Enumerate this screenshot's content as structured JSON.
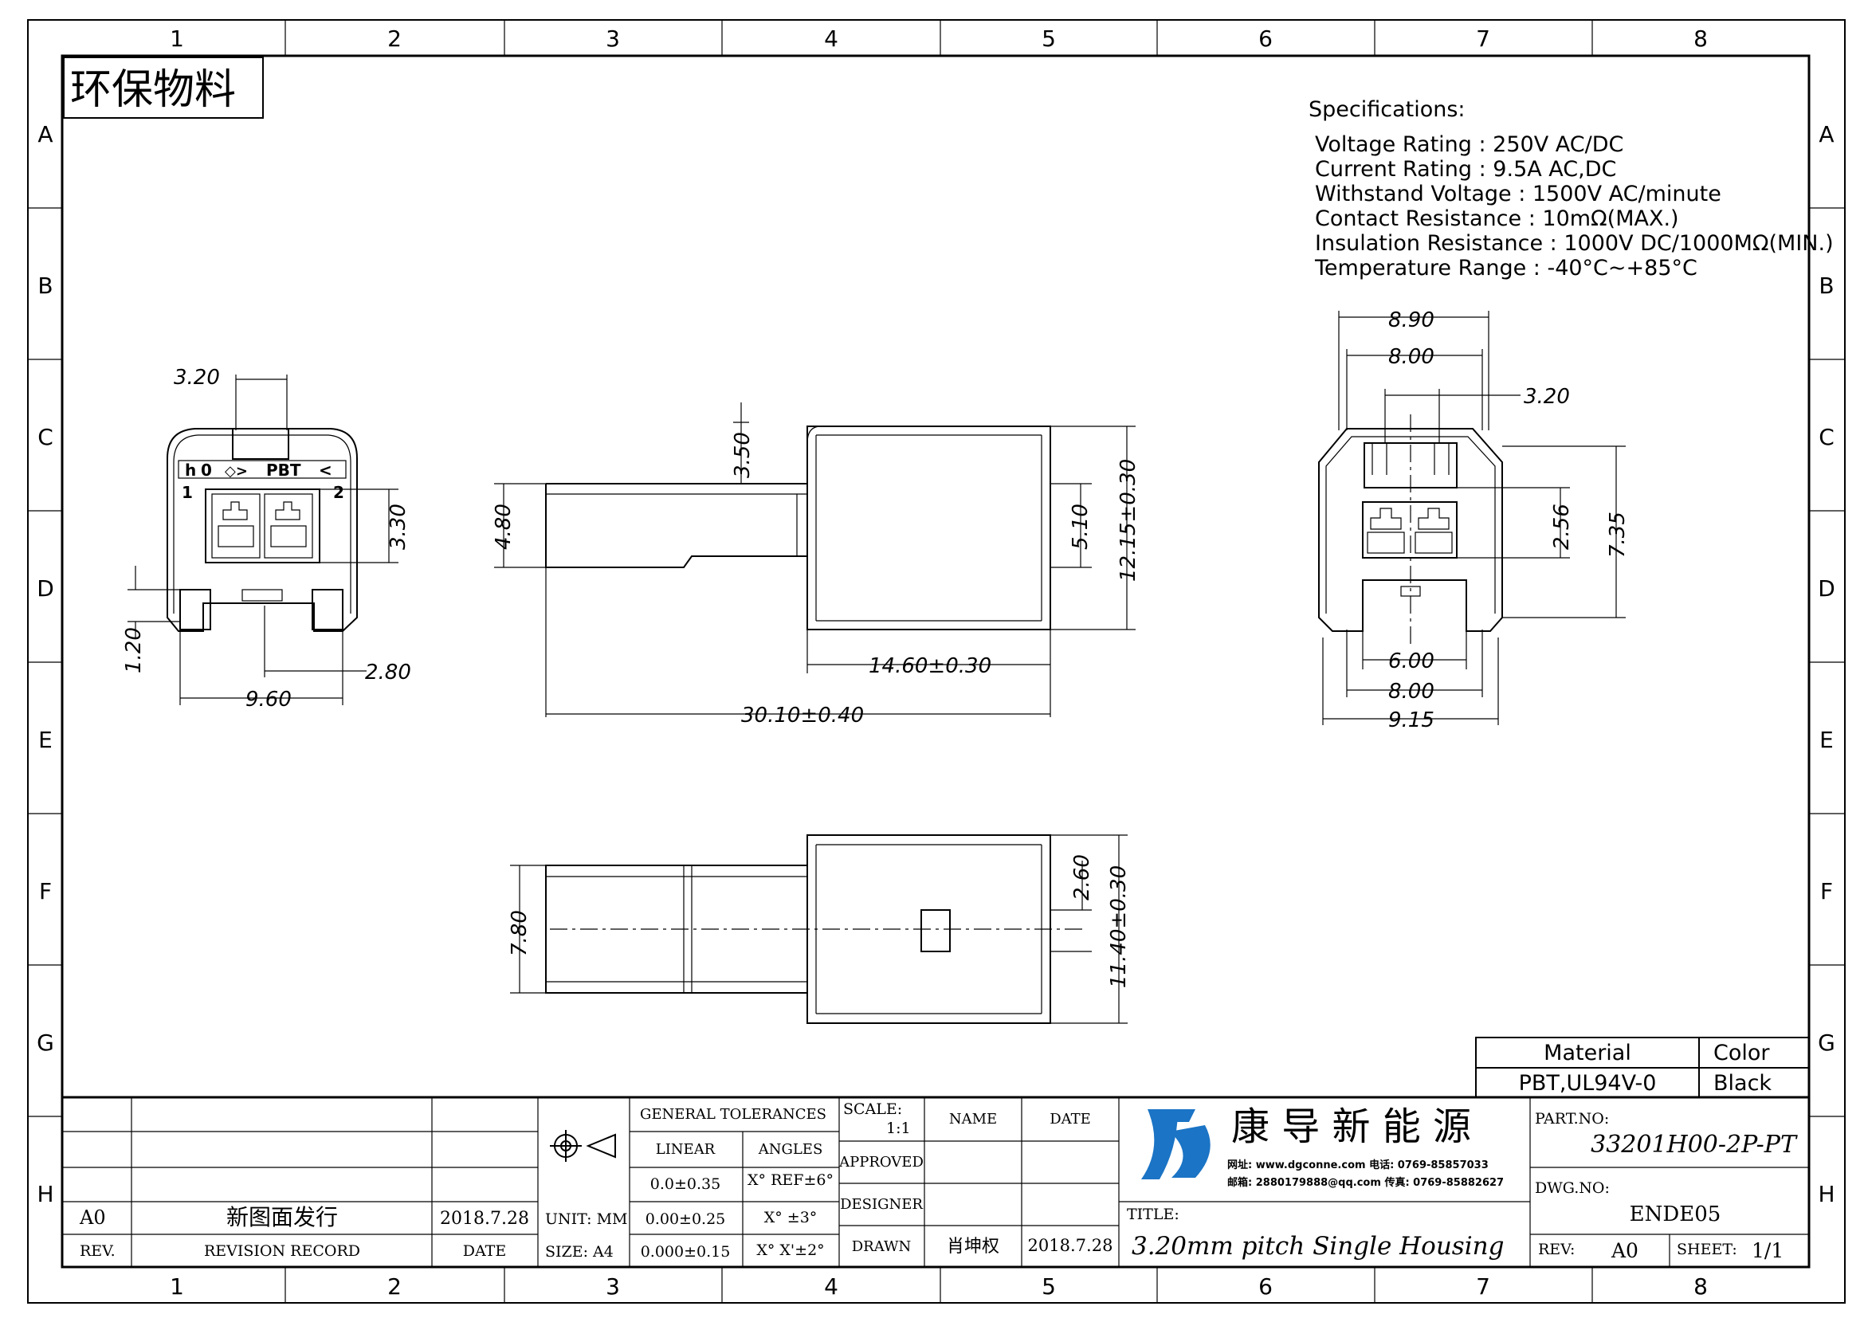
{
  "frame": {
    "columns": [
      "1",
      "2",
      "3",
      "4",
      "5",
      "6",
      "7",
      "8"
    ],
    "rows": [
      "A",
      "B",
      "C",
      "D",
      "E",
      "F",
      "G",
      "H"
    ]
  },
  "stamp": "环保物料",
  "specifications": {
    "heading": "Specifications:",
    "lines": [
      "Voltage Rating : 250V AC/DC",
      "Current Rating : 9.5A AC,DC",
      "Withstand Voltage : 1500V AC/minute",
      "Contact Resistance : 10mΩ(MAX.)",
      "Insulation Resistance : 1000V DC/1000MΩ(MIN.)",
      "Temperature Range : -40°C~+85°C"
    ]
  },
  "front_view": {
    "markings": [
      "h",
      "0",
      "◇>",
      "PBT",
      "<",
      "1",
      "2"
    ],
    "dims": [
      "3.20",
      "3.30",
      "1.20",
      "2.80",
      "9.60"
    ]
  },
  "side_view": {
    "dims": [
      "3.50",
      "4.80",
      "5.10",
      "12.15±0.30",
      "14.60±0.30",
      "30.10±0.40"
    ]
  },
  "rear_view": {
    "dims": [
      "8.90",
      "8.00",
      "3.20",
      "2.56",
      "7.35",
      "6.00",
      "8.00",
      "9.15"
    ]
  },
  "bottom_view": {
    "dims": [
      "2.60",
      "7.80",
      "11.40±0.30"
    ]
  },
  "material_table": {
    "headers": [
      "Material",
      "Color"
    ],
    "values": [
      "PBT,UL94V-0",
      "Black"
    ]
  },
  "title_block": {
    "general_tolerances": "GENERAL TOLERANCES",
    "linear": "LINEAR",
    "angles": "ANGLES",
    "tol_rows": [
      [
        "0.0±0.35",
        "X° REF±6°"
      ],
      [
        "0.00±0.25",
        "X° ±3°"
      ],
      [
        "0.000±0.15",
        "X° X'±2°"
      ]
    ],
    "unit": "UNIT: MM",
    "size": "SIZE: A4",
    "scale_label": "SCALE:",
    "scale_value": "1:1",
    "name_header": "NAME",
    "date_header": "DATE",
    "approved": "APPROVED",
    "designer": "DESIGNER",
    "drawn": "DRAWN",
    "drawn_name": "肖坤权",
    "drawn_date": "2018.7.28",
    "revisions": [
      {
        "rev": "A0",
        "record": "新图面发行",
        "date": "2018.7.28"
      }
    ],
    "rev_header": "REV.",
    "record_header": "REVISION RECORD",
    "date_col_header": "DATE",
    "company_name": "康 导 新 能 源",
    "company_line1": "网址: www.dgconne.com   电话: 0769-85857033",
    "company_line2": "邮箱: 2880179888@qq.com  传真: 0769-85882627",
    "title_label": "TITLE:",
    "title_value": "3.20mm pitch Single Housing",
    "part_no_label": "PART.NO:",
    "part_no": "33201H00-2P-PT",
    "dwg_no_label": "DWG.NO:",
    "dwg_no": "ENDE05",
    "rev_label": "REV:",
    "rev_value": "A0",
    "sheet_label": "SHEET:",
    "sheet_value": "1/1"
  }
}
